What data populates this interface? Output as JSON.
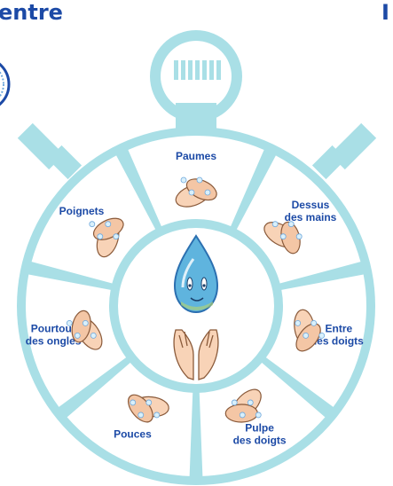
{
  "header": {
    "left_fragment": "entre",
    "right_fragment": "I"
  },
  "wheel": {
    "ring_color": "#a9dfe6",
    "label_color": "#1c4aa6",
    "segments": [
      {
        "id": "paumes",
        "lines": [
          "Paumes"
        ]
      },
      {
        "id": "dessus",
        "lines": [
          "Dessus",
          "des mains"
        ]
      },
      {
        "id": "entre",
        "lines": [
          "Entre",
          "les doigts"
        ]
      },
      {
        "id": "pulpe",
        "lines": [
          "Pulpe",
          "des doigts"
        ]
      },
      {
        "id": "pouces",
        "lines": [
          "Pouces"
        ]
      },
      {
        "id": "pourtour",
        "lines": [
          "Pourtour",
          "des ongles"
        ]
      },
      {
        "id": "poignets",
        "lines": [
          "Poignets"
        ]
      }
    ]
  },
  "icons": {
    "mascot": "water-drop-mascot-icon",
    "cupped_hands": "cupped-hands-icon",
    "stopwatch_crown": "stopwatch-crown-icon"
  }
}
